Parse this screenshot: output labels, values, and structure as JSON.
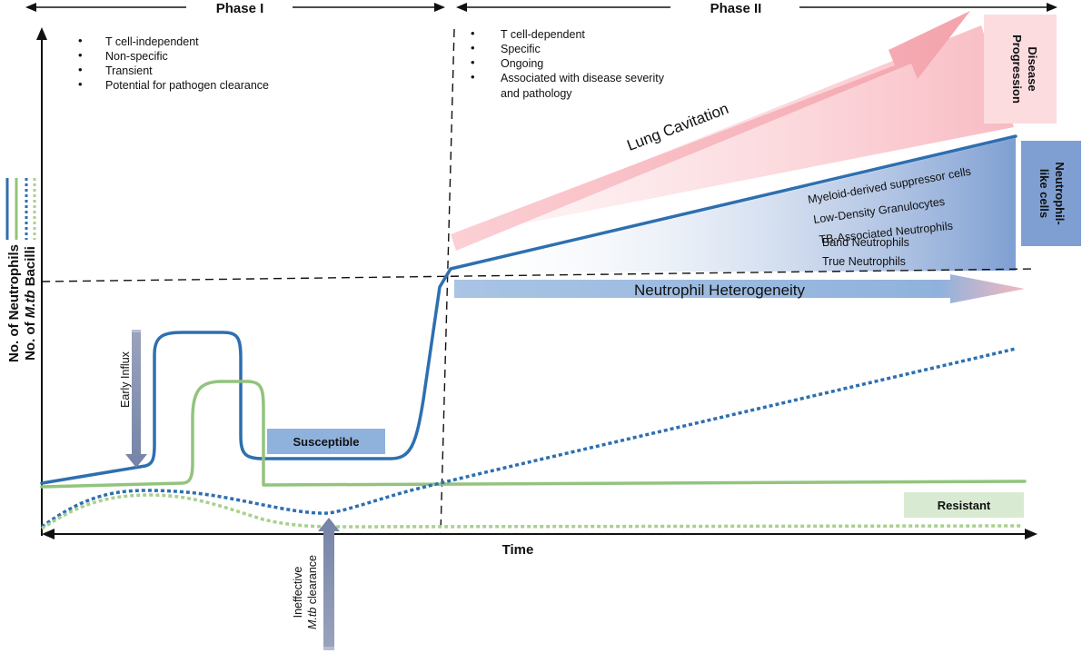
{
  "phases": {
    "phase1": "Phase I",
    "phase2": "Phase II"
  },
  "phase1_bullets": [
    "T cell-independent",
    "Non-specific",
    "Transient",
    "Potential for pathogen clearance"
  ],
  "phase2_bullets": [
    "T cell-dependent",
    "Specific",
    "Ongoing",
    "Associated with disease severity",
    "and pathology"
  ],
  "axes": {
    "y_line1": "No. of Neutrophils",
    "y_line2_prefix": "No. of ",
    "y_line2_italic": "M.tb",
    "y_line2_suffix": " Bacilli",
    "x": "Time"
  },
  "annotations": {
    "early_influx": "Early Influx",
    "ineffective_line1": "Ineffective",
    "ineffective_italic": "M.tb",
    "ineffective_suffix": " clearance",
    "susceptible": "Susceptible",
    "resistant": "Resistant",
    "lung_cavitation": "Lung Cavitation",
    "neutrophil_heterogeneity": "Neutrophil Heterogeneity",
    "disease_progression_1": "Disease",
    "disease_progression_2": "Progression",
    "neutrophil_like_1": "Neutrophil-",
    "neutrophil_like_2": "like cells"
  },
  "neutrophil_types": [
    "Myeloid-derived suppressor cells",
    "Low-Density Granulocytes",
    "TB-Associated Neutrophils",
    "Band Neutrophils",
    "True Neutrophils"
  ],
  "colors": {
    "blue": "#2e6fb0",
    "green": "#92c47d",
    "red": "#f29aa4",
    "light_blue": "#8fb2dc",
    "gray_arrow": "#8390ad"
  }
}
